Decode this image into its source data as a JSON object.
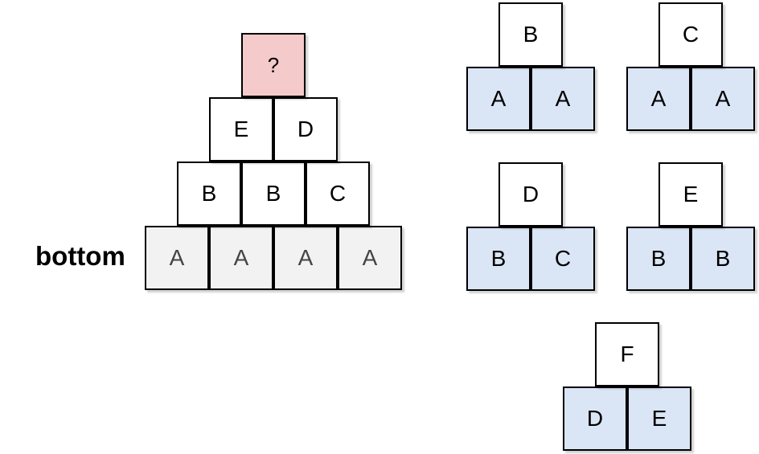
{
  "title": "block-pyramid-puzzle",
  "colors": {
    "unknown_block_fill": "#f4caca",
    "rule_base_block_fill": "#dae5f5",
    "pyramid_base_block_fill": "#f2f2f2",
    "result_block_fill": "#ffffff",
    "border": "#000000",
    "base_letter_color": "#444444",
    "letter_color": "#000000"
  },
  "pyramid": {
    "label": "bottom",
    "rows": [
      {
        "cells": [
          "?"
        ]
      },
      {
        "cells": [
          "E",
          "D"
        ]
      },
      {
        "cells": [
          "B",
          "B",
          "C"
        ]
      },
      {
        "cells": [
          "A",
          "A",
          "A",
          "A"
        ]
      }
    ]
  },
  "rules": [
    {
      "top": "B",
      "base": [
        "A",
        "A"
      ]
    },
    {
      "top": "C",
      "base": [
        "A",
        "A"
      ]
    },
    {
      "top": "D",
      "base": [
        "B",
        "C"
      ]
    },
    {
      "top": "E",
      "base": [
        "B",
        "B"
      ]
    },
    {
      "top": "F",
      "base": [
        "D",
        "E"
      ]
    }
  ]
}
